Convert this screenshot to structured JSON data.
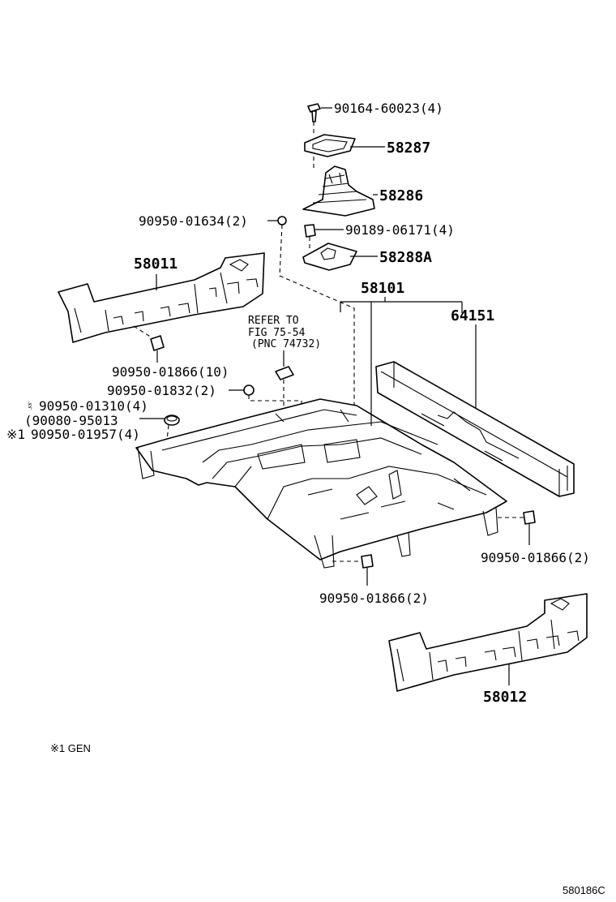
{
  "labels": {
    "bolt_top": "90164-60023(4)",
    "p58287": "58287",
    "p58286": "58286",
    "plug_left_top": "90950-01634(2)",
    "bolt_mid": "90189-06171(4)",
    "p58288a": "58288A",
    "p58011": "58011",
    "p58101": "58101",
    "p64151": "64151",
    "refer_line1": "REFER TO",
    "refer_line2": "FIG 75-54",
    "refer_line3": "(PNC 74732)",
    "plug_10": "90950-01866(10)",
    "plug_1832": "90950-01832(2)",
    "plug_1310": "90950-01310(4)",
    "plug_95013": "(90080-95013",
    "plug_1957": "90950-01957(4)",
    "mark_1310": "♮",
    "mark_1957": "※1",
    "plug_right": "90950-01866(2)",
    "plug_bottom": "90950-01866(2)",
    "p58012": "58012",
    "footnote": "※1 GEN",
    "diagram_code": "580186C"
  }
}
